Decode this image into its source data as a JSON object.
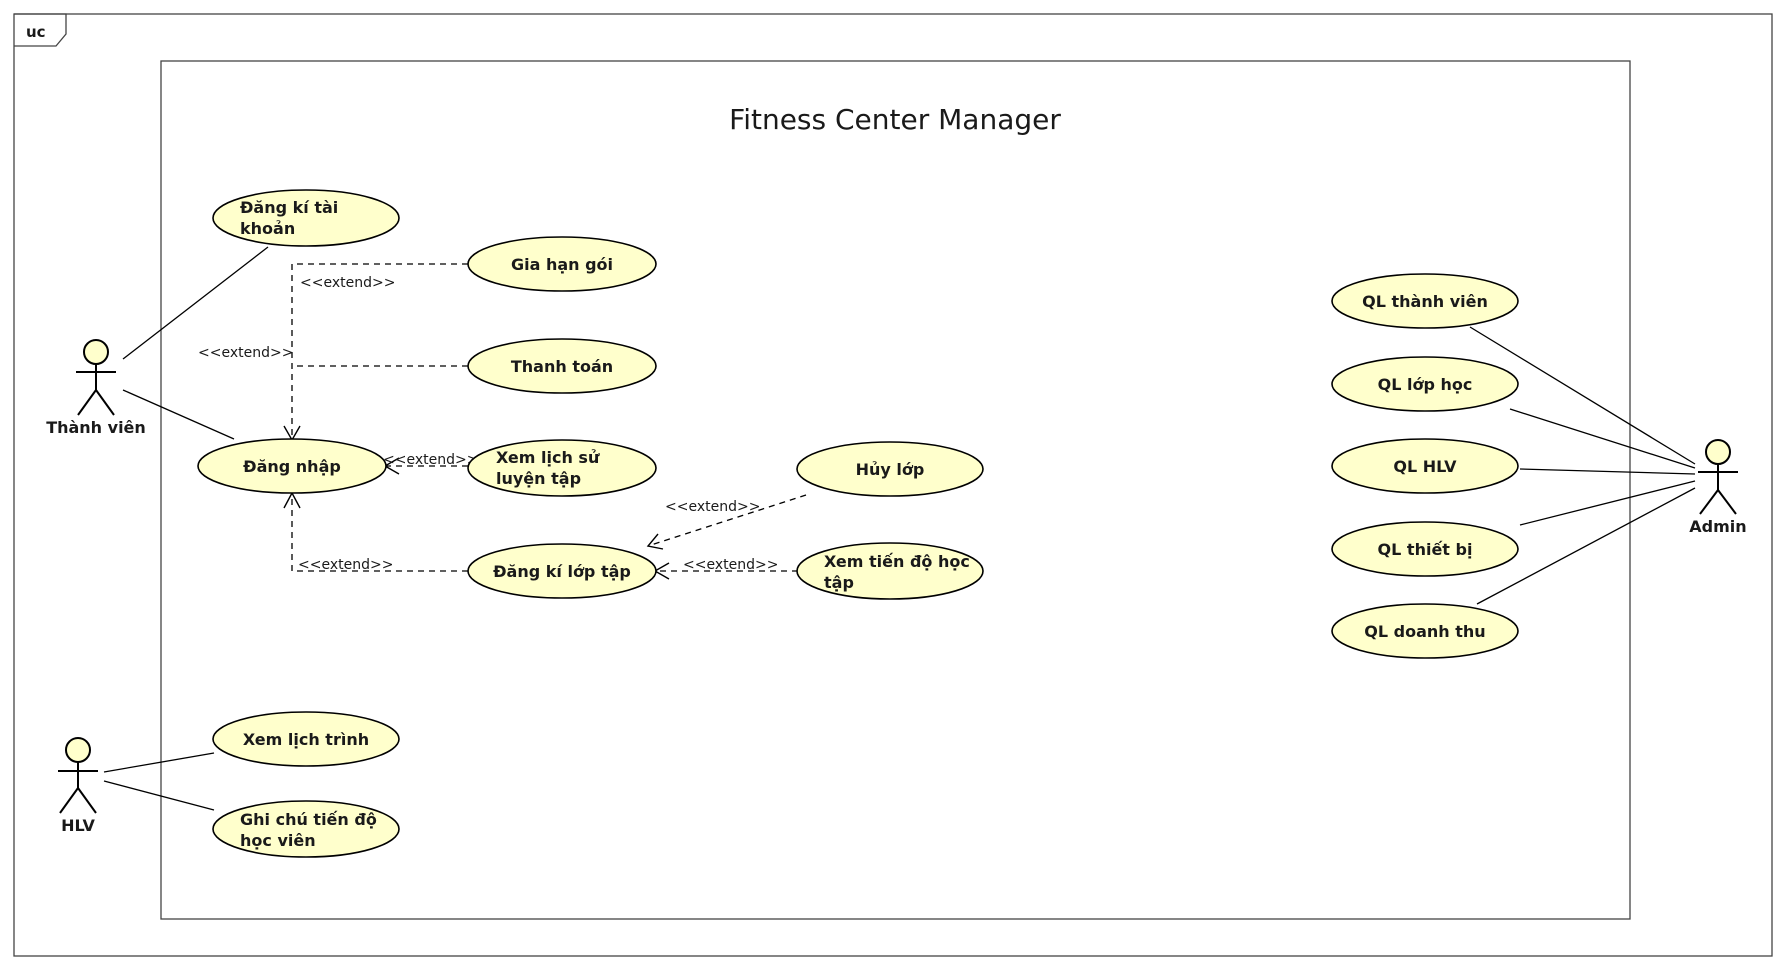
{
  "frame": {
    "tag": "uc"
  },
  "system": {
    "title": "Fitness Center Manager"
  },
  "actors": {
    "thanh_vien": "Thành viên",
    "hlv": "HLV",
    "admin": "Admin"
  },
  "use_cases": {
    "dang_ki_tai_khoan": [
      "Đăng kí tài",
      "khoản"
    ],
    "gia_han_goi": [
      "Gia hạn gói"
    ],
    "thanh_toan": [
      "Thanh toán"
    ],
    "dang_nhap": [
      "Đăng nhập"
    ],
    "xem_lich_su": [
      "Xem lịch sử",
      "luyện tập"
    ],
    "huy_lop": [
      "Hủy lớp"
    ],
    "dang_ki_lop_tap": [
      "Đăng kí lớp tập"
    ],
    "xem_tien_do": [
      "Xem tiến độ học",
      "tập"
    ],
    "xem_lich_trinh": [
      "Xem lịch trình"
    ],
    "ghi_chu": [
      "Ghi chú tiến độ",
      "học viên"
    ],
    "ql_thanh_vien": [
      "QL thành viên"
    ],
    "ql_lop_hoc": [
      "QL lớp học"
    ],
    "ql_hlv": [
      "QL HLV"
    ],
    "ql_thiet_bi": [
      "QL thiết bị"
    ],
    "ql_doanh_thu": [
      "QL doanh thu"
    ]
  },
  "relations": {
    "extend_label": "<<extend>>"
  }
}
